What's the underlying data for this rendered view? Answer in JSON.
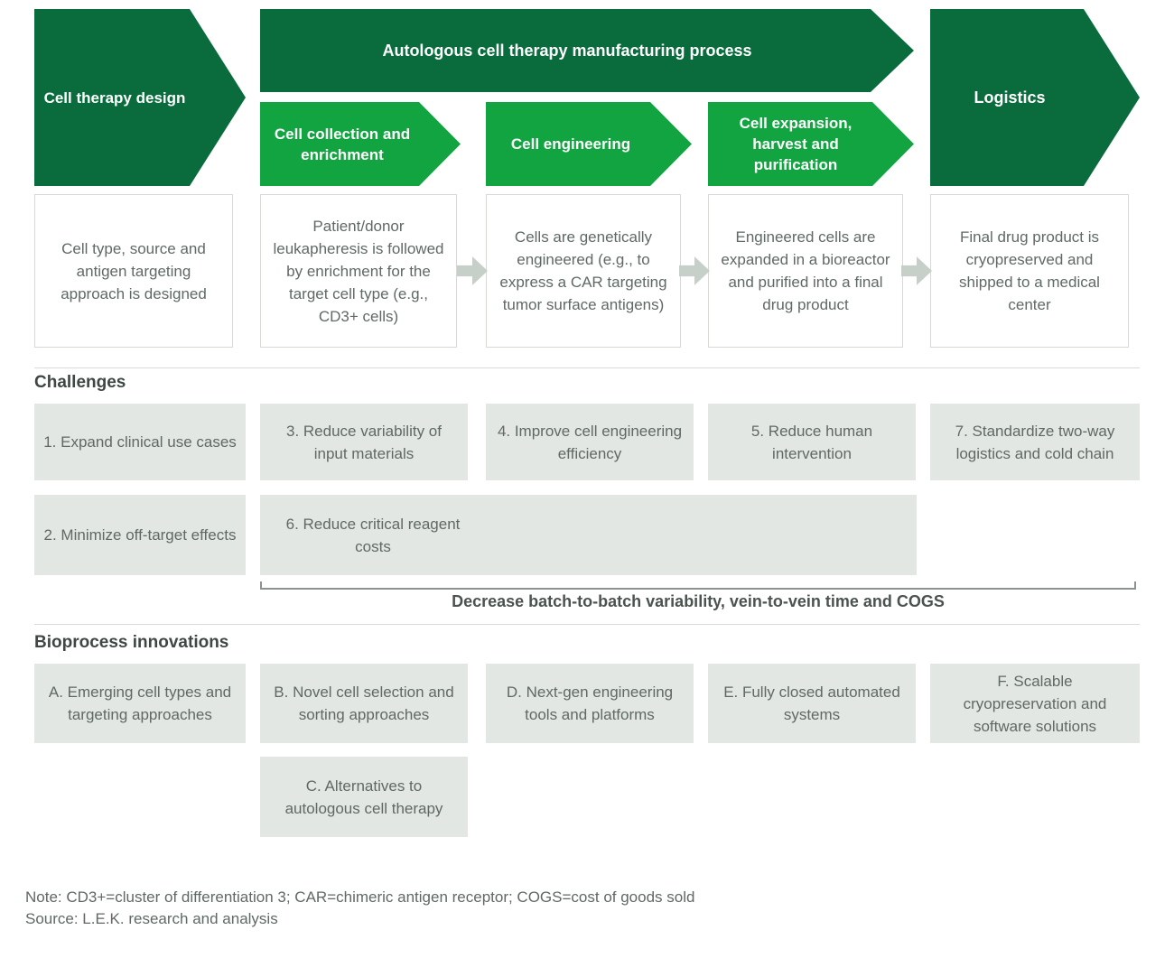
{
  "colors": {
    "dark_green": "#0a6b3d",
    "light_green": "#12a441",
    "box_gray": "#e3e7e3",
    "text_gray": "#5f6965"
  },
  "flow": {
    "design_label": "Cell therapy design",
    "process_label": "Autologous cell therapy manufacturing process",
    "logistics_label": "Logistics",
    "stages": [
      "Cell collection and enrichment",
      "Cell engineering",
      "Cell expansion, harvest and purification"
    ],
    "descriptions": [
      "Cell type, source and antigen targeting approach is designed",
      "Patient/donor leukapheresis is followed by enrichment for the target cell type (e.g., CD3+ cells)",
      "Cells are genetically engineered (e.g., to express a CAR targeting tumor surface antigens)",
      "Engineered cells are expanded in a bioreactor and purified into a final drug product",
      "Final drug product is cryopreserved and shipped to a medical center"
    ]
  },
  "challenges": {
    "title": "Challenges",
    "row1": [
      "1. Expand clinical use cases",
      "3. Reduce variability of input materials",
      "4. Improve cell engineering efficiency",
      "5. Reduce human intervention",
      "7. Standardize two-way logistics and cold chain"
    ],
    "row2_first": "2. Minimize off-target effects",
    "row2_wide": "6. Reduce critical reagent costs",
    "bracket_label": "Decrease batch-to-batch variability, vein-to-vein time and COGS"
  },
  "innovations": {
    "title": "Bioprocess innovations",
    "row1": [
      "A. Emerging cell types and targeting approaches",
      "B. Novel cell selection and sorting approaches",
      "D. Next-gen engineering tools and platforms",
      "E. Fully closed automated systems",
      "F. Scalable cryopreservation and software solutions"
    ],
    "row2": "C. Alternatives to autologous cell therapy"
  },
  "footer": {
    "note": "Note: CD3+=cluster of differentiation 3; CAR=chimeric antigen receptor; COGS=cost of goods sold",
    "source": "Source: L.E.K. research and analysis"
  }
}
